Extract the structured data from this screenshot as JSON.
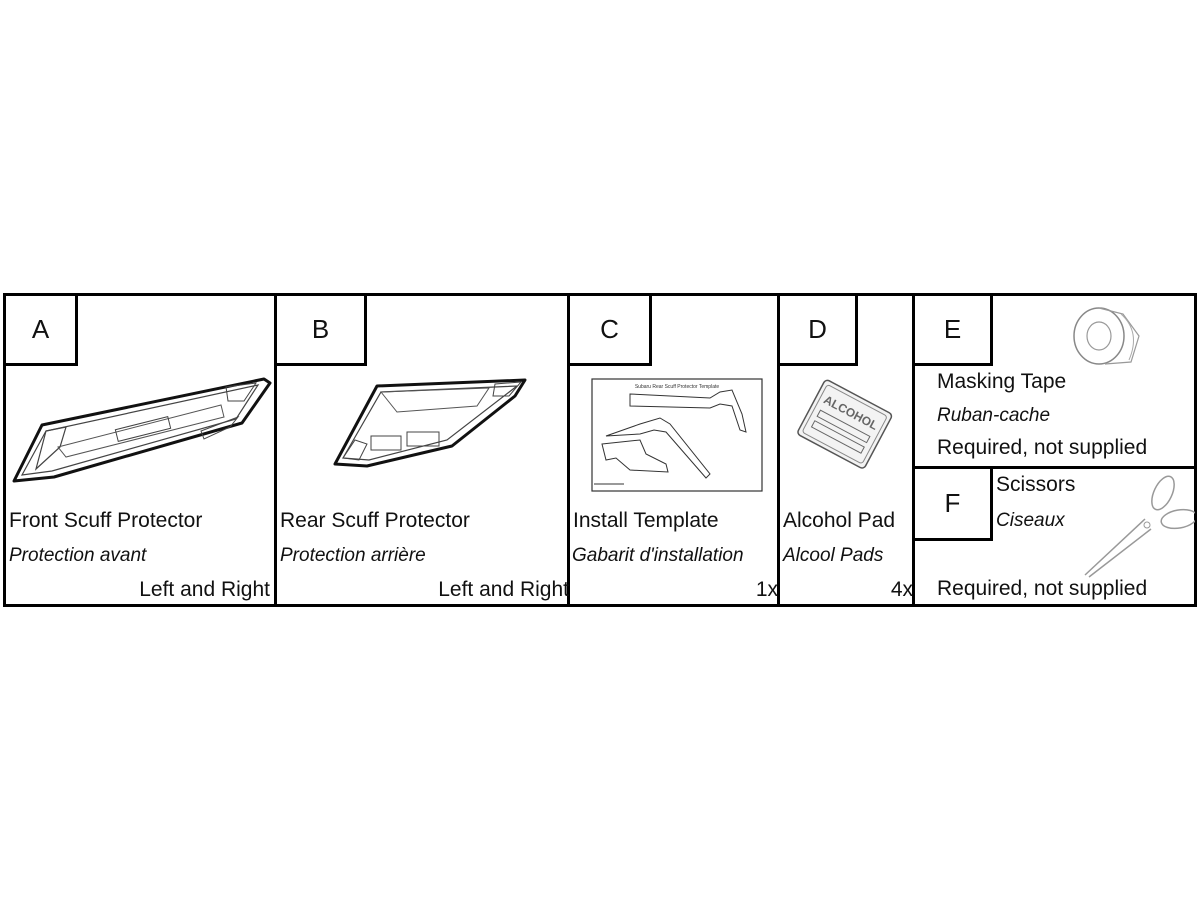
{
  "items": [
    {
      "letter": "A",
      "name": "Front Scuff Protector",
      "name_fr": "Protection avant",
      "qty": "Left and Right"
    },
    {
      "letter": "B",
      "name": "Rear Scuff Protector",
      "name_fr": "Protection arrière",
      "qty": "Left and Right"
    },
    {
      "letter": "C",
      "name": "Install Template",
      "name_fr": "Gabarit d'installation",
      "qty": "1x",
      "drawing_caption": "Subaru Rear Scuff Protector Template"
    },
    {
      "letter": "D",
      "name": "Alcohol Pad",
      "name_fr": "Alcool Pads",
      "qty": "4x",
      "drawing_label": "ALCOHOL"
    },
    {
      "letter": "E",
      "name": "Masking Tape",
      "name_fr": "Ruban-cache",
      "qty": "Required, not supplied"
    },
    {
      "letter": "F",
      "name": "Scissors",
      "name_fr": "Ciseaux",
      "qty": "Required, not supplied"
    }
  ],
  "icons": [
    "front-scuff-protector-drawing",
    "rear-scuff-protector-drawing",
    "install-template-drawing",
    "alcohol-pad-drawing",
    "masking-tape-drawing",
    "scissors-drawing"
  ]
}
